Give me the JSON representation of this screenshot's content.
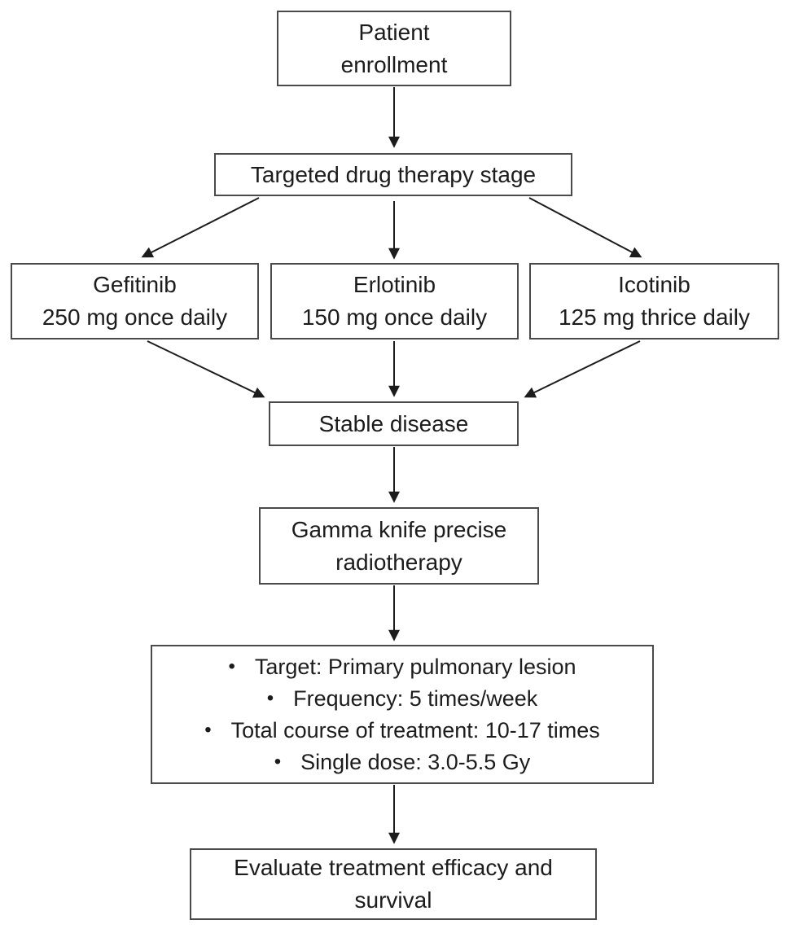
{
  "figure": {
    "background": "#ffffff",
    "border_color": "#4a4a4a",
    "text_color": "#1c1c1c",
    "arrow_color": "#1c1c1c",
    "bullet_char": "•"
  },
  "nodes": {
    "patient_enrollment": "Patient\nenrollment",
    "targeted_stage": "Targeted drug therapy stage",
    "gefitinib": "Gefitinib\n250 mg once daily",
    "erlotinib": "Erlotinib\n150 mg once daily",
    "icotinib": "Icotinib\n125 mg thrice daily",
    "stable_disease": "Stable disease",
    "gamma_knife": "Gamma knife precise\nradiotherapy",
    "radiotherapy_details": {
      "items": [
        "Target: Primary pulmonary lesion",
        "Frequency: 5 times/week",
        "Total course of treatment: 10-17 times",
        "Single dose: 3.0-5.5 Gy"
      ]
    },
    "evaluate": "Evaluate treatment efficacy and\nsurvival"
  },
  "edges": [
    {
      "from": "patient_enrollment",
      "to": "targeted_stage"
    },
    {
      "from": "targeted_stage",
      "to": "gefitinib"
    },
    {
      "from": "targeted_stage",
      "to": "erlotinib"
    },
    {
      "from": "targeted_stage",
      "to": "icotinib"
    },
    {
      "from": "gefitinib",
      "to": "stable_disease"
    },
    {
      "from": "erlotinib",
      "to": "stable_disease"
    },
    {
      "from": "icotinib",
      "to": "stable_disease"
    },
    {
      "from": "stable_disease",
      "to": "gamma_knife"
    },
    {
      "from": "gamma_knife",
      "to": "radiotherapy_details"
    },
    {
      "from": "radiotherapy_details",
      "to": "evaluate"
    }
  ]
}
